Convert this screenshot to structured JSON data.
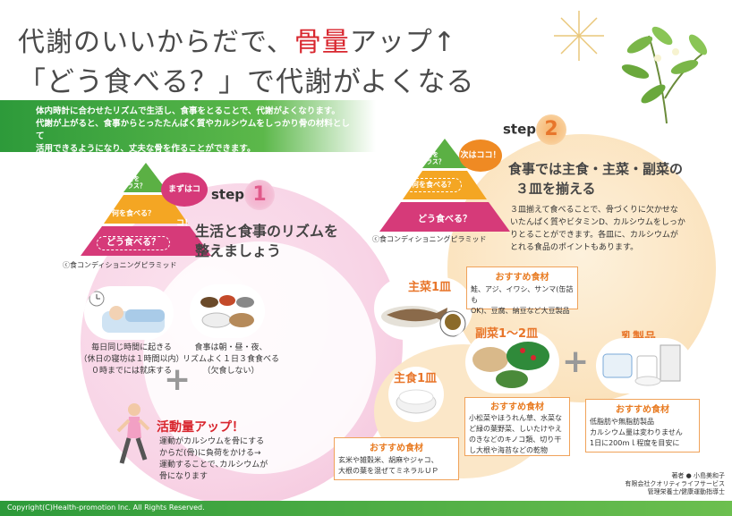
{
  "header": {
    "title_line1_pre": "代謝のいいからだで、",
    "title_line1_hl": "骨量",
    "title_line1_post": "アップ↑",
    "title_line2": "「どう食べる？」で代謝がよくなる"
  },
  "intro": {
    "lines": [
      "体内時計に合わせたリズムで生活し、食事をとることで、代謝がよくなります。",
      "代謝が上がると、食事からとったたんぱく質やカルシウムをしっかり骨の材料として",
      "活用できるようになり、丈夫な骨を作ることができます。"
    ]
  },
  "pyramid_left": {
    "top": "何を\nプラス？",
    "middle": "何を食べる？",
    "bottom": "どう食べる？",
    "caption": "ⓒ食コンディショニングピラミッド"
  },
  "pyramid_right": {
    "top": "何を\nプラス？",
    "middle": "何を食べる？",
    "bottom": "どう食べる？",
    "caption": "ⓒ食コンディショニングピラミッド"
  },
  "step1": {
    "bubble": "まずはココ！",
    "step_word": "step",
    "step_num": "1",
    "heading_line1": "生活と食事のリズムを",
    "heading_line2": "整えましょう",
    "sleep_caption": [
      "毎日同じ時間に起きる",
      "（休日の寝坊は１時間以内）",
      "０時までには就床する"
    ],
    "meal_caption": [
      "食事は朝・昼・夜、",
      "リズムよく１日３食食べる",
      "（欠食しない）"
    ],
    "activity_title": "活動量アップ！",
    "activity_text": [
      "運動がカルシウムを骨にする",
      "からだ(骨)に負荷をかける→",
      "運動することで､カルシウムが",
      "骨になります"
    ]
  },
  "step2": {
    "bubble": "次はココ！",
    "step_word": "step",
    "step_num": "2",
    "heading_line1": "食事では主食・主菜・副菜の",
    "heading_line2": "３皿を揃える",
    "text": [
      "３皿揃えて食べることで、骨づくりに欠かせな",
      "いたんぱく質やビタミンD、カルシウムをしっか",
      "りとることができます。各皿に、カルシウムが",
      "とれる食品のポイントもあります。"
    ]
  },
  "main_dish": {
    "label": "主菜1皿",
    "rec_title": "おすすめ食材",
    "rec_text": [
      "鮭、アジ、イワシ、サンマ(缶詰も",
      "OK)、豆腐、納豆など大豆製品"
    ]
  },
  "side_dish": {
    "label": "副菜1～2皿",
    "rec_title": "おすすめ食材",
    "rec_text": [
      "小松菜やほうれん草、水菜な",
      "ど緑の葉野菜、しいたけやえ",
      "のきなどのキノコ類、切り干",
      "し大根や海苔などの乾物"
    ]
  },
  "staple": {
    "label": "主食1皿",
    "rec_title": "おすすめ食材",
    "rec_text": [
      "玄米や雑穀米、胡麻やジャコ、",
      "大根の葉を混ぜてミネラルＵＰ"
    ]
  },
  "dairy": {
    "label": "乳製品",
    "rec_title": "おすすめ食材",
    "rec_text": [
      "低脂肪や無脂肪製品",
      "カルシウム量は変わりません",
      "1日に200ｍｌ程度を目安に"
    ]
  },
  "author": {
    "line1": "著者 ● 小島美和子",
    "line2": "有限会社クオリティライフサービス",
    "line3": "管理栄養士/健康運動指導士"
  },
  "footer": {
    "copyright": "Copyright(C)Health-promotion Inc. All Rights Reserved."
  },
  "colors": {
    "green": "#2d9a3a",
    "pink": "#d63a79",
    "orange": "#ef8a23",
    "red": "#d8262e"
  }
}
